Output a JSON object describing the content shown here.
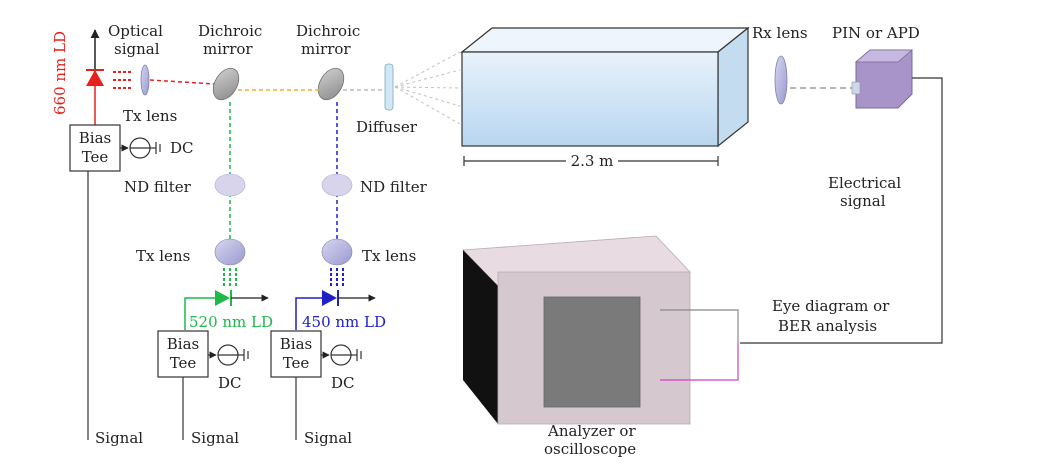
{
  "labels": {
    "ld_660": "660 nm LD",
    "optical_signal_1": "Optical",
    "optical_signal_2": "signal",
    "dichroic_mirror_1a": "Dichroic",
    "dichroic_mirror_1b": "mirror",
    "dichroic_mirror_2a": "Dichroic",
    "dichroic_mirror_2b": "mirror",
    "rx_lens": "Rx lens",
    "pin_apd": "PIN or APD",
    "tx_lens_red": "Tx lens",
    "dc_red": "DC",
    "bias_tee_red_1": "Bias",
    "bias_tee_red_2": "Tee",
    "diffuser": "Diffuser",
    "distance": "2.3 m",
    "nd_filter_green": "ND filter",
    "nd_filter_blue": "ND filter",
    "electrical_signal_1": "Electrical",
    "electrical_signal_2": "signal",
    "tx_lens_green": "Tx lens",
    "tx_lens_blue": "Tx lens",
    "eye_diagram_1": "Eye diagram or",
    "eye_diagram_2": "BER analysis",
    "ld_520": "520 nm LD",
    "ld_450": "450 nm LD",
    "bias_tee_green_1": "Bias",
    "bias_tee_green_2": "Tee",
    "bias_tee_blue_1": "Bias",
    "bias_tee_blue_2": "Tee",
    "dc_green": "DC",
    "dc_blue": "DC",
    "analyzer_1": "Analyzer or",
    "analyzer_2": "oscilloscope",
    "signal_red": "Signal",
    "signal_green": "Signal",
    "signal_blue": "Signal"
  },
  "colors": {
    "red": "#e8201c",
    "green": "#1fb84a",
    "blue": "#2020c8",
    "yellow": "#f0b030",
    "magenta": "#d040c0",
    "line": "#333333",
    "mirror": "#a8a8a8",
    "lens": "#b8b8e0",
    "channel": "#c8e0f4",
    "detector": "#a090c0",
    "analyzer": "#d8c8d0"
  }
}
